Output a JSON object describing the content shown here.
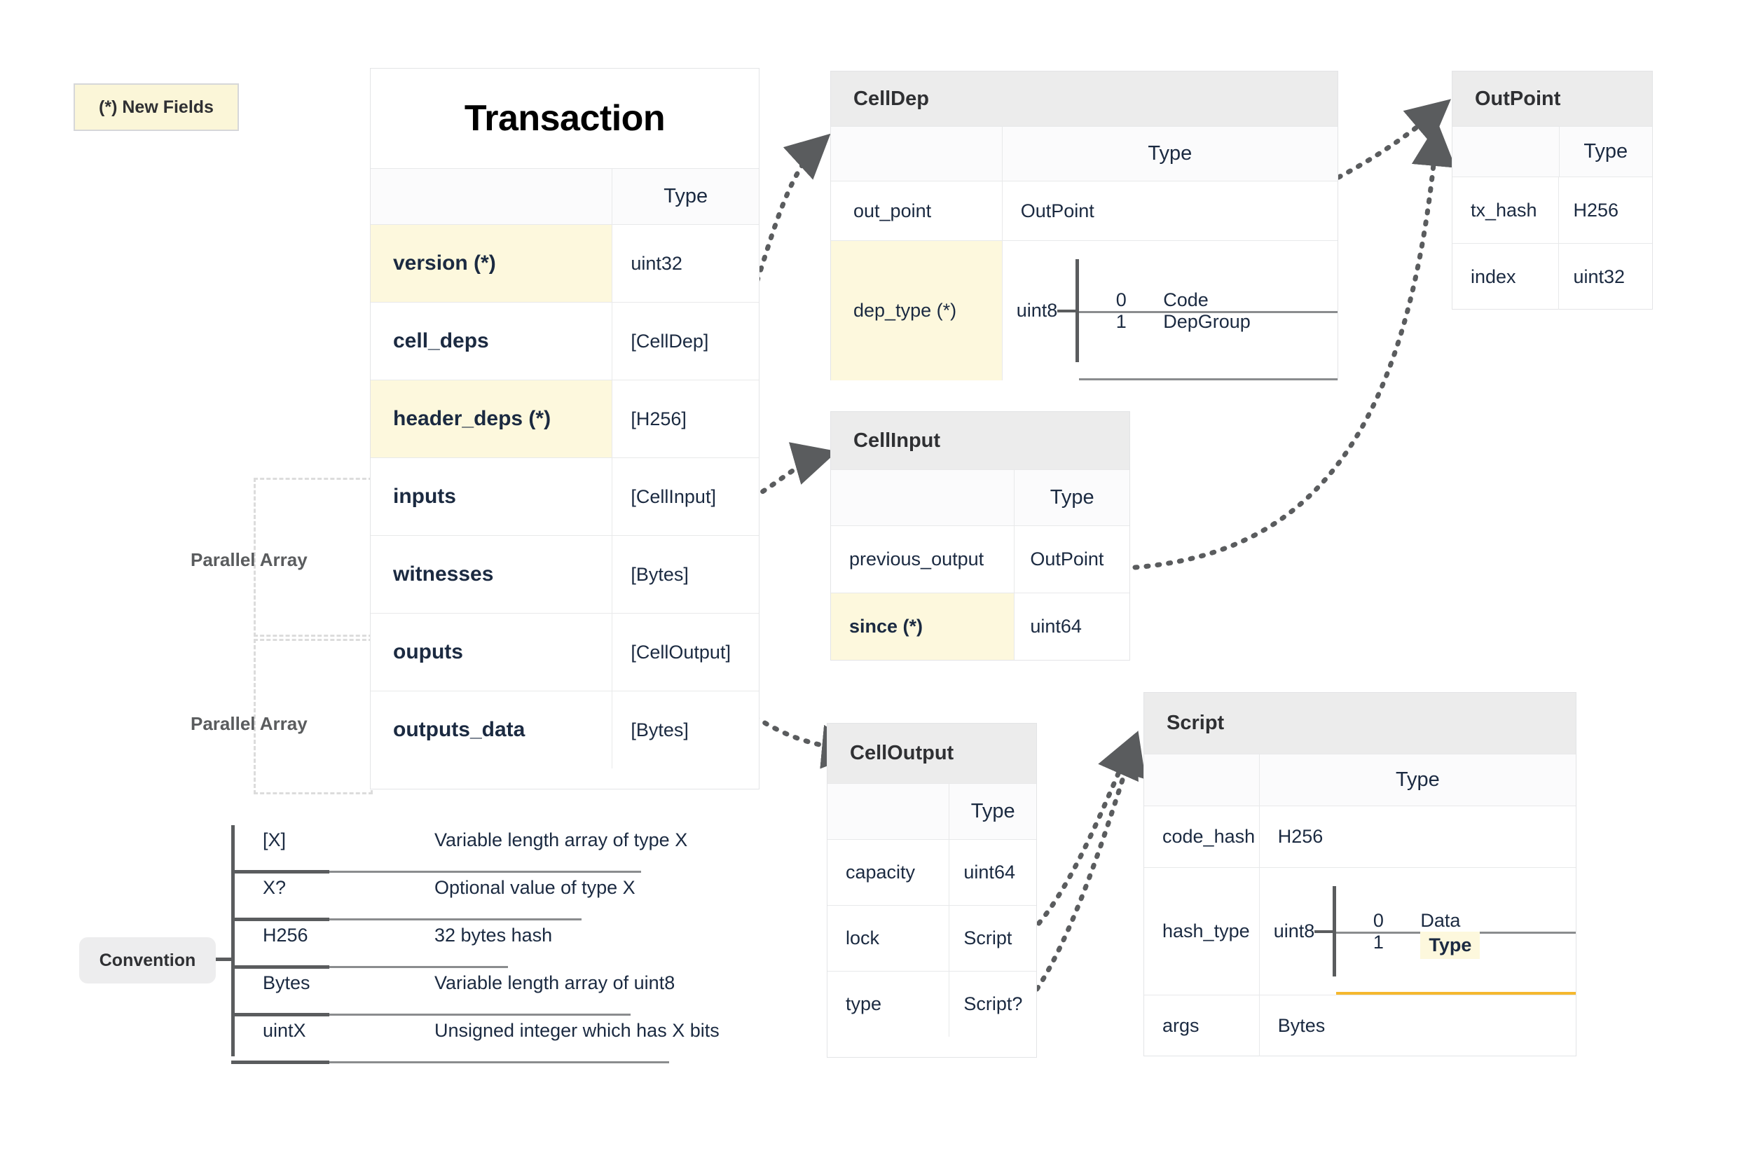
{
  "legend": {
    "new_fields_label": "(*) New Fields"
  },
  "parallel_arrays": [
    {
      "label": "Parallel Array"
    },
    {
      "label": "Parallel Array"
    }
  ],
  "tables": {
    "transaction": {
      "title": "Transaction",
      "type_header": "Type",
      "rows": [
        {
          "name": "version (*)",
          "type": "uint32",
          "highlight": true
        },
        {
          "name": "cell_deps",
          "type": "[CellDep]",
          "highlight": false
        },
        {
          "name": "header_deps (*)",
          "type": "[H256]",
          "highlight": true
        },
        {
          "name": "inputs",
          "type": "[CellInput]",
          "highlight": false
        },
        {
          "name": "witnesses",
          "type": "[Bytes]",
          "highlight": false
        },
        {
          "name": "ouputs",
          "type": "[CellOutput]",
          "highlight": false
        },
        {
          "name": "outputs_data",
          "type": "[Bytes]",
          "highlight": false
        }
      ]
    },
    "celldep": {
      "title": "CellDep",
      "type_header": "Type",
      "rows": [
        {
          "name": "out_point",
          "type": "OutPoint",
          "highlight": false
        },
        {
          "name": "dep_type (*)",
          "type": "uint8",
          "highlight": true,
          "enum": {
            "base": "uint8",
            "options": [
              {
                "key": "0",
                "value": "Code"
              },
              {
                "key": "1",
                "value": "DepGroup"
              }
            ]
          }
        }
      ]
    },
    "outpoint": {
      "title": "OutPoint",
      "type_header": "Type",
      "rows": [
        {
          "name": "tx_hash",
          "type": "H256",
          "highlight": false
        },
        {
          "name": "index",
          "type": "uint32",
          "highlight": false
        }
      ]
    },
    "cellinput": {
      "title": "CellInput",
      "type_header": "Type",
      "rows": [
        {
          "name": "previous_output",
          "type": "OutPoint",
          "highlight": false
        },
        {
          "name": "since (*)",
          "type": "uint64",
          "highlight": true
        }
      ]
    },
    "celloutput": {
      "title": "CellOutput",
      "type_header": "Type",
      "rows": [
        {
          "name": "capacity",
          "type": "uint64",
          "highlight": false
        },
        {
          "name": "lock",
          "type": "Script",
          "highlight": false
        },
        {
          "name": "type",
          "type": "Script?",
          "highlight": false
        }
      ]
    },
    "script": {
      "title": "Script",
      "type_header": "Type",
      "rows": [
        {
          "name": "code_hash",
          "type": "H256",
          "highlight": false
        },
        {
          "name": "hash_type",
          "type": "uint8",
          "highlight": false,
          "enum": {
            "base": "uint8",
            "options": [
              {
                "key": "0",
                "value": "Data"
              },
              {
                "key": "1",
                "value": "Type",
                "highlighted": true
              }
            ]
          }
        },
        {
          "name": "args",
          "type": "Bytes",
          "highlight": false
        }
      ]
    }
  },
  "convention": {
    "label": "Convention",
    "entries": [
      {
        "key": "[X]",
        "desc": "Variable length array of type X"
      },
      {
        "key": "X?",
        "desc": "Optional value of type X"
      },
      {
        "key": "H256",
        "desc": "32 bytes hash"
      },
      {
        "key": "Bytes",
        "desc": "Variable length array of uint8"
      },
      {
        "key": "uintX",
        "desc": "Unsigned integer which has X bits"
      }
    ]
  },
  "colors": {
    "highlight_yellow": "#fdf8dd",
    "header_gray": "#ececec",
    "accent_orange": "#f5b82e",
    "line_gray": "#5a5c5e",
    "border": "#e3e4e6"
  }
}
